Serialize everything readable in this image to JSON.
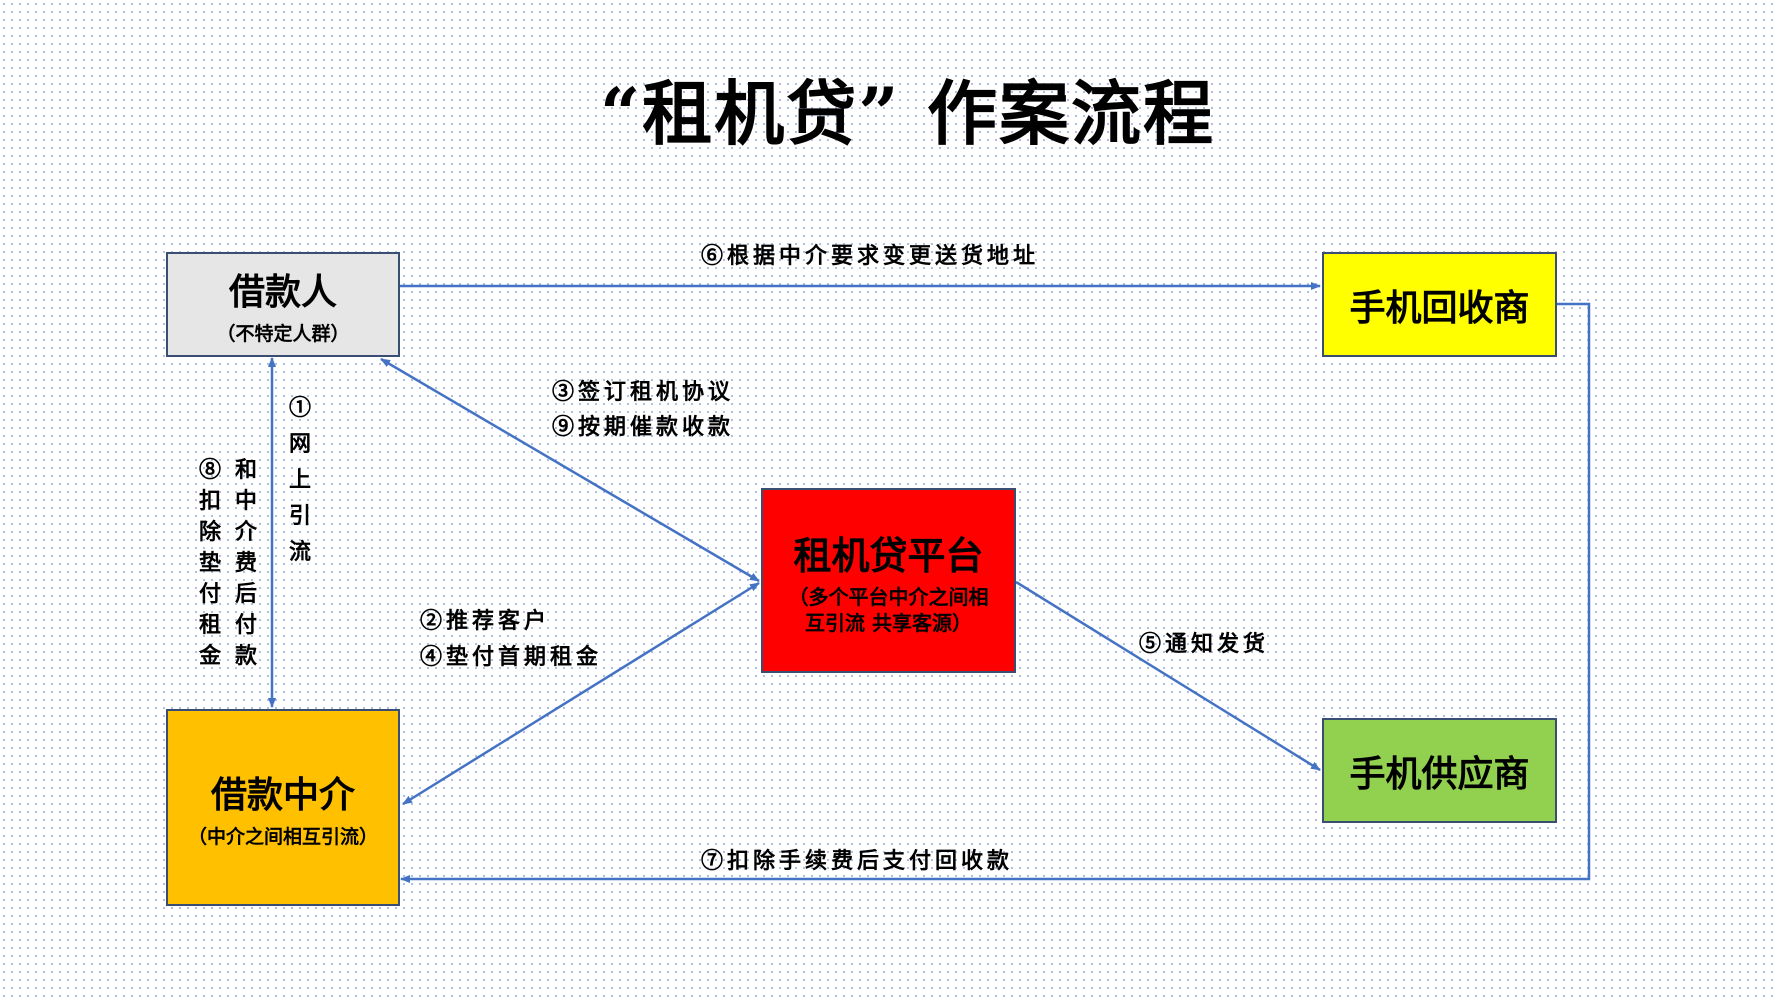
{
  "title": "“租机贷”  作案流程",
  "nodes": {
    "borrower": {
      "label": "借款人",
      "sub": "（不特定人群）",
      "color": "#e6e6e6"
    },
    "recycler": {
      "label": "手机回收商",
      "color": "#ffff00"
    },
    "platform": {
      "label": "租机贷平台",
      "sub": "（多个平台中介之间相互引流 共享客源）",
      "color": "#ff0000"
    },
    "intermediary": {
      "label": "借款中介",
      "sub": "（中介之间相互引流）",
      "color": "#ffc000"
    },
    "supplier": {
      "label": "手机供应商",
      "color": "#92d050"
    }
  },
  "edges": {
    "e6": "⑥根据中介要求变更送货地址",
    "e3": "③签订租机协议",
    "e9": "⑨按期催款收款",
    "e2": "②推荐客户",
    "e4": "④垫付首期租金",
    "e5": "⑤通知发货",
    "e7": "⑦扣除手续费后支付回收款",
    "e1": "①网上引流",
    "e8a": "⑧扣除垫付租金",
    "e8b": "和中介费后付款"
  },
  "line_color": "#4472c4"
}
